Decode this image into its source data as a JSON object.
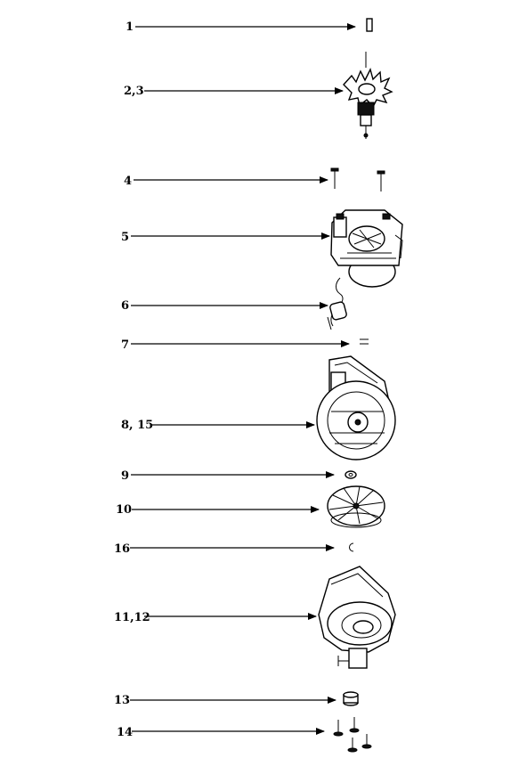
{
  "diagram": {
    "callouts": [
      {
        "label": "1",
        "part": "sleeve-bushing"
      },
      {
        "label": "2,3",
        "part": "armature-fan"
      },
      {
        "label": "4",
        "part": "screws"
      },
      {
        "label": "5",
        "part": "motor-housing"
      },
      {
        "label": "6",
        "part": "wire-lead"
      },
      {
        "label": "7",
        "part": "clip"
      },
      {
        "label": "8, 15",
        "part": "fan-housing"
      },
      {
        "label": "9",
        "part": "washer"
      },
      {
        "label": "10",
        "part": "impeller"
      },
      {
        "label": "16",
        "part": "nut"
      },
      {
        "label": "11,12",
        "part": "blower-housing"
      },
      {
        "label": "13",
        "part": "coupling"
      },
      {
        "label": "14",
        "part": "screws-set"
      }
    ]
  }
}
